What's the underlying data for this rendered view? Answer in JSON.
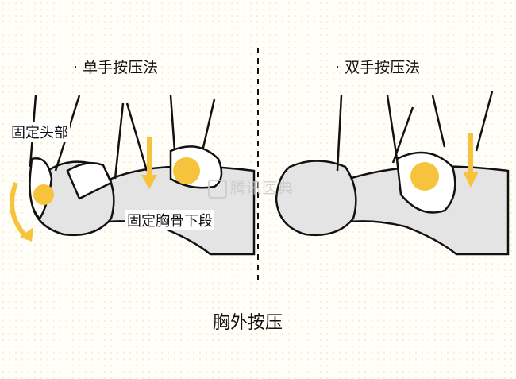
{
  "left_panel": {
    "title": "· 单手按压法",
    "label_head": "固定头部",
    "label_sternum": "固定胸骨下段"
  },
  "right_panel": {
    "title": "· 双手按压法"
  },
  "caption": "胸外按压",
  "watermark": "腾讯医典",
  "colors": {
    "accent": "#f7c33c",
    "body": "#e4e4e4",
    "outline": "#111111"
  }
}
